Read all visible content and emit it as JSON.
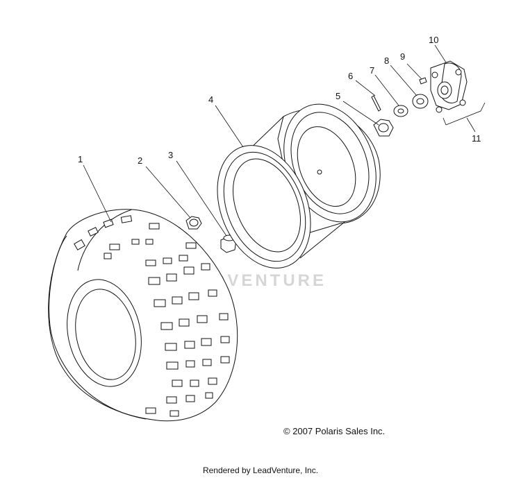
{
  "diagram": {
    "watermark": "LEADVENTURE",
    "copyright": "© 2007 Polaris Sales Inc.",
    "rendered_by": "Rendered by LeadVenture, Inc.",
    "callouts": [
      {
        "id": "1",
        "label": "1"
      },
      {
        "id": "2",
        "label": "2"
      },
      {
        "id": "3",
        "label": "3"
      },
      {
        "id": "4",
        "label": "4"
      },
      {
        "id": "5",
        "label": "5"
      },
      {
        "id": "6",
        "label": "6"
      },
      {
        "id": "7",
        "label": "7"
      },
      {
        "id": "8",
        "label": "8"
      },
      {
        "id": "9",
        "label": "9"
      },
      {
        "id": "10",
        "label": "10"
      },
      {
        "id": "11",
        "label": "11"
      }
    ]
  }
}
